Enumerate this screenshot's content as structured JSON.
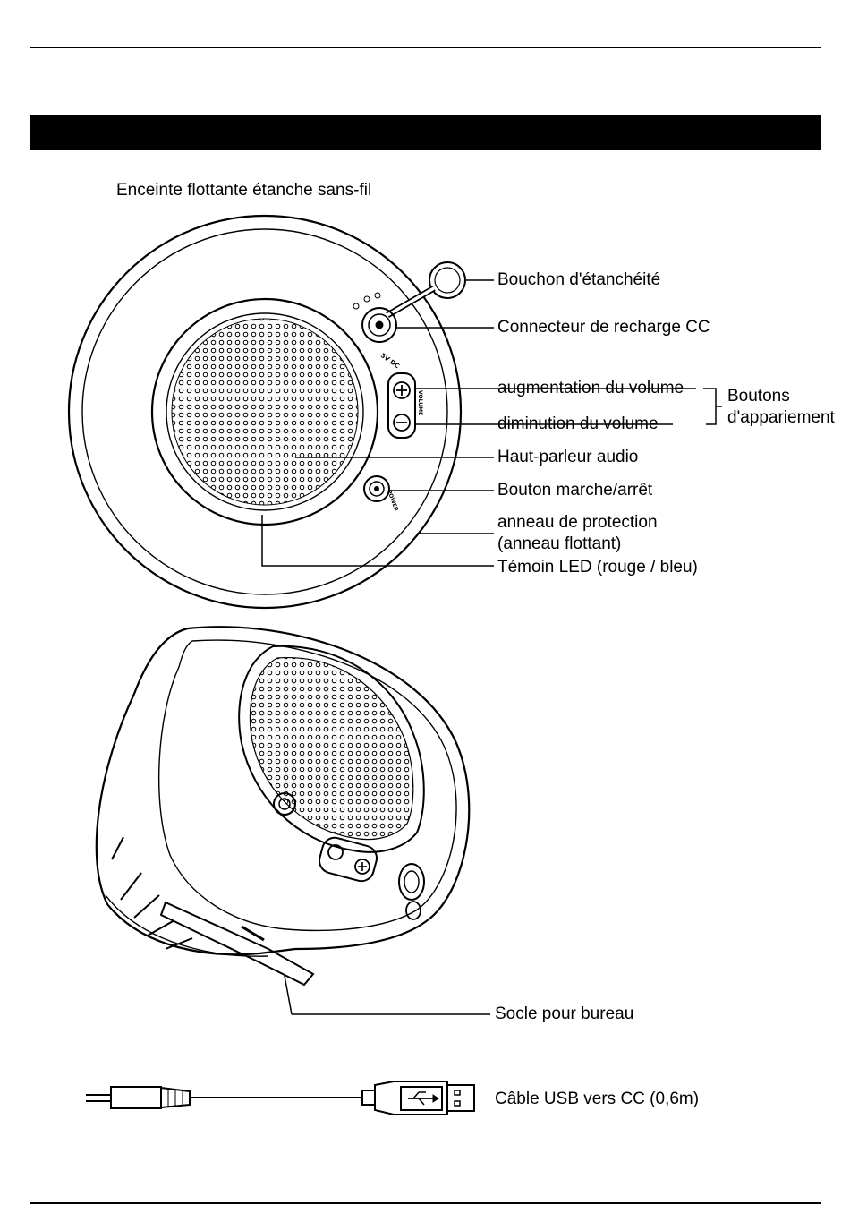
{
  "title": "Enceinte flottante étanche sans-fil",
  "labels": {
    "bouchon": "Bouchon d'étanchéité",
    "connecteur": "Connecteur de recharge CC",
    "vol_up": "augmentation du volume",
    "vol_down": "diminution du volume",
    "boutons_line1": "Boutons",
    "boutons_line2": "d'appariement",
    "haut_parleur": "Haut-parleur audio",
    "marche": "Bouton marche/arrêt",
    "anneau_line1": "anneau de protection",
    "anneau_line2": "(anneau flottant)",
    "led": "Témoin LED (rouge / bleu)",
    "socle": "Socle pour bureau",
    "cable": "Câble USB vers CC (0,6m)"
  },
  "device_text": {
    "volume": "VOLUME",
    "power": "POWER",
    "dc": "5V DC"
  }
}
